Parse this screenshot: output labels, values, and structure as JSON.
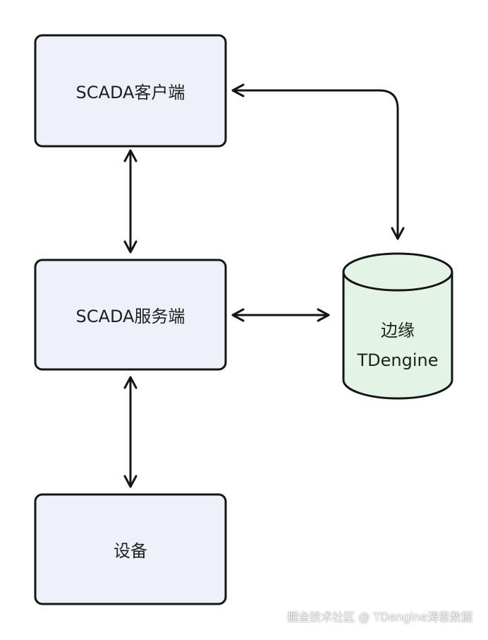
{
  "colors": {
    "box_fill": "#eef1fa",
    "db_fill": "#e3f4e6",
    "stroke": "#151515"
  },
  "nodes": {
    "scada_client": "SCADA客户端",
    "scada_server": "SCADA服务端",
    "edge_tdengine_line1": "边缘",
    "edge_tdengine_line2": "TDengine",
    "device": "设备"
  },
  "watermark": "掘金技术社区 @ TDengine涛思数据"
}
